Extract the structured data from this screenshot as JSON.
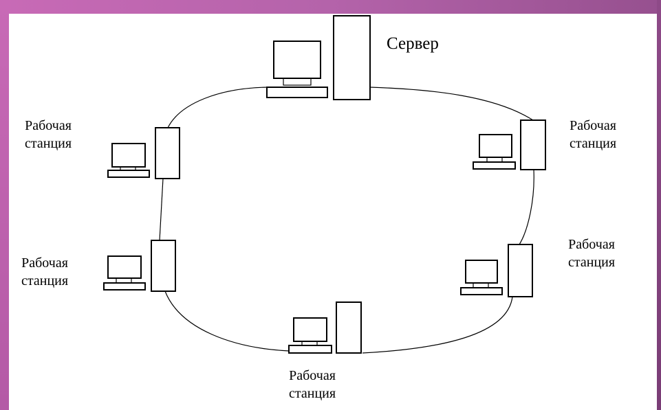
{
  "frame_colors": {
    "left": "#c86ab6",
    "top": "#b463aa",
    "right": "#8e4a88"
  },
  "server": {
    "label": "Сервер",
    "icon": "server-icon"
  },
  "workstations": [
    {
      "id": "ws-upper-left",
      "line1": "Рабочая",
      "line2": "станция",
      "icon": "workstation-icon"
    },
    {
      "id": "ws-lower-left",
      "line1": "Рабочая",
      "line2": "станция",
      "icon": "workstation-icon"
    },
    {
      "id": "ws-bottom",
      "line1": "Рабочая",
      "line2": "станция",
      "icon": "workstation-icon"
    },
    {
      "id": "ws-lower-right",
      "line1": "Рабочая",
      "line2": "станция",
      "icon": "workstation-icon"
    },
    {
      "id": "ws-upper-right",
      "line1": "Рабочая",
      "line2": "станция",
      "icon": "workstation-icon"
    }
  ],
  "topology": "ring"
}
